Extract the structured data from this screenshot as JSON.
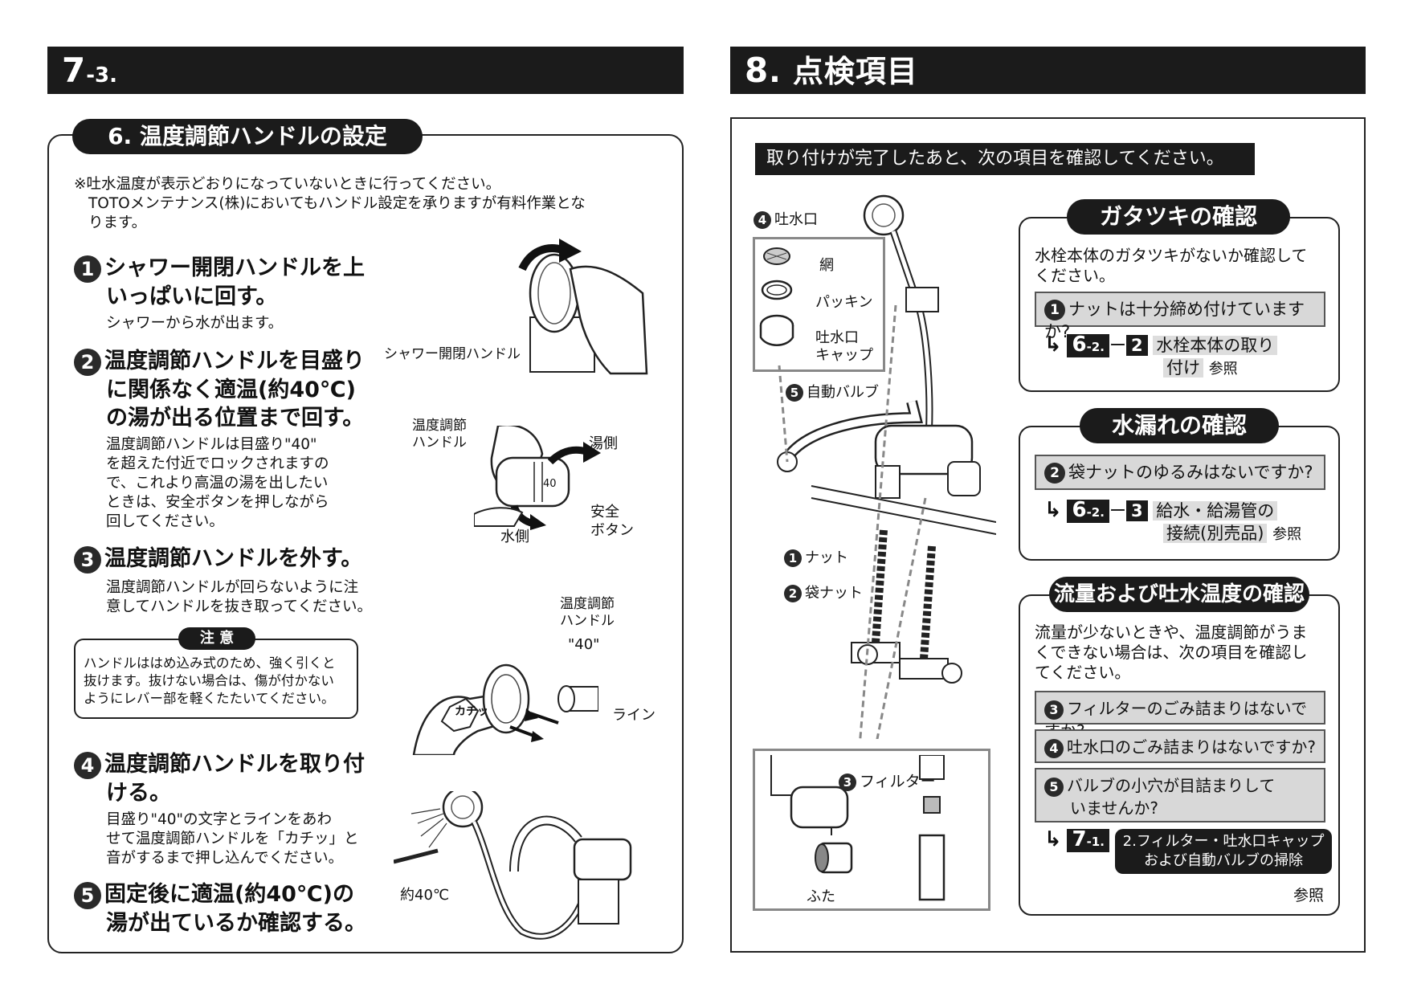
{
  "left": {
    "header_num": "7",
    "header_sub": "-3.",
    "section_title": "6. 温度調節ハンドルの設定",
    "note_line1": "※吐水温度が表示どおりになっていないときに行ってください。",
    "note_line2": "TOTOメンテナンス(株)においてもハンドル設定を承りますが有料作業とな",
    "note_line3": "ります。",
    "steps": [
      {
        "num": "1",
        "title1": "シャワー開閉ハンドルを上",
        "title2": "いっぱいに回す。",
        "body1": "シャワーから水が出ます。"
      },
      {
        "num": "2",
        "title1": "温度調節ハンドルを目盛り",
        "title2": "に関係なく適温(約40℃)",
        "title3": "の湯が出る位置まで回す。",
        "body1": "温度調節ハンドルは目盛り\"40\"",
        "body2": "を超えた付近でロックされますの",
        "body3": "で、これより高温の湯を出したい",
        "body4": "ときは、安全ボタンを押しながら",
        "body5": "回してください。"
      },
      {
        "num": "3",
        "title1": "温度調節ハンドルを外す。",
        "body1": "温度調節ハンドルが回らないように注",
        "body2": "意してハンドルを抜き取ってください。"
      },
      {
        "num": "4",
        "title1": "温度調節ハンドルを取り付",
        "title2": "ける。",
        "body1": "目盛り\"40\"の文字とラインをあわ",
        "body2": "せて温度調節ハンドルを「カチッ」と",
        "body3": "音がするまで押し込んでください。"
      },
      {
        "num": "5",
        "title1": "固定後に適温(約40℃)の",
        "title2": "湯が出ているか確認する。"
      }
    ],
    "caution_title": "注 意",
    "caution1": "ハンドルははめ込み式のため、強く引くと",
    "caution2": "抜けます。抜けない場合は、傷が付かない",
    "caution3": "ようにレバー部を軽くたたいてください。",
    "labels": {
      "shower_handle": "シャワー開閉ハンドル",
      "temp_handle_a1": "温度調節",
      "temp_handle_a2": "ハンドル",
      "hot_side": "湯側",
      "cold_side": "水側",
      "safety1": "安全",
      "safety2": "ボタン",
      "temp_handle_b1": "温度調節",
      "temp_handle_b2": "ハンドル",
      "forty": "\"40\"",
      "click": "カチッ",
      "line": "ライン",
      "approx40": "約40℃",
      "dial40": "40"
    }
  },
  "right": {
    "header_num": "8",
    "header_title": ". 点検項目",
    "intro": "取り付けが完了したあと、次の項目を確認してください。",
    "diagram": {
      "spout_num": "4",
      "spout": "吐水口",
      "net": "網",
      "packing": "パッキン",
      "cap1": "吐水口",
      "cap2": "キャップ",
      "valve_num": "5",
      "valve": "自動バルブ",
      "nut_num": "1",
      "nut": "ナット",
      "bag_nut_num": "2",
      "bag_nut": "袋ナット",
      "filter_num": "3",
      "filter": "フィルター",
      "lid": "ふた"
    },
    "sec1": {
      "title": "ガタツキの確認",
      "desc1": "水栓本体のガタツキがないか確認して",
      "desc2": "ください。",
      "q_num": "1",
      "q": "ナットは十分締め付けていますか?",
      "ref_num": "6",
      "ref_sub": "-2.",
      "ref_dash": "ー",
      "ref_item": "2",
      "ref_text1": "水栓本体の取り",
      "ref_text2": "付け",
      "ref_see": "参照"
    },
    "sec2": {
      "title": "水漏れの確認",
      "q_num": "2",
      "q": "袋ナットのゆるみはないですか?",
      "ref_num": "6",
      "ref_sub": "-2.",
      "ref_dash": "ー",
      "ref_item": "3",
      "ref_text1": "給水・給湯管の",
      "ref_text2": "接続(別売品)",
      "ref_see": "参照"
    },
    "sec3": {
      "title": "流量および吐水温度の確認",
      "desc1": "流量が少ないときや、温度調節がうま",
      "desc2": "くできない場合は、次の項目を確認し",
      "desc3": "てください。",
      "q3_num": "3",
      "q3": "フィルターのごみ詰まりはないですか?",
      "q4_num": "4",
      "q4": "吐水口のごみ詰まりはないですか?",
      "q5_num": "5",
      "q5a": "バルブの小穴が目詰まりして",
      "q5b": "いませんか?",
      "ref_num": "7",
      "ref_sub": "-1.",
      "ref_text1": "2.フィルター・吐水口キャップ",
      "ref_text2": "および自動バルブの掃除",
      "ref_see": "参照"
    }
  }
}
